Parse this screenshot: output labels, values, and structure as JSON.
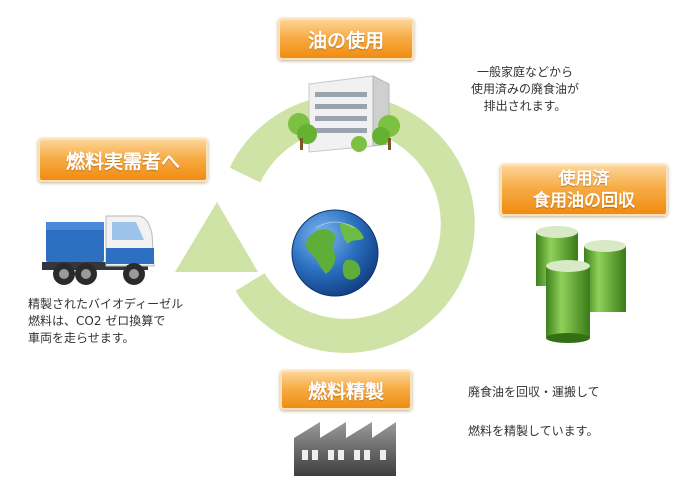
{
  "stages": {
    "oil_use": {
      "label": "油の使用"
    },
    "collection": {
      "label_lines": [
        "使用済",
        "食用油の回収"
      ]
    },
    "refining": {
      "label": "燃料精製"
    },
    "delivery": {
      "label": "燃料実需者へ"
    }
  },
  "descriptions": {
    "oil_use": [
      "一般家庭などから",
      "使用済みの廃食油が",
      "排出されます。"
    ],
    "refining": [
      "廃食油を回収・運搬して",
      "燃料を精製しています。"
    ],
    "delivery": [
      "精製されたバイオディーゼル",
      "燃料は、CO2 ゼロ換算で",
      "車両を走らせます。"
    ]
  },
  "colors": {
    "cycle_arrow": "#cfe3a6",
    "label_fill": "#f49c26",
    "globe_ocean": "#1f5fae",
    "globe_land": "#5fae3a",
    "drum_green": "#5ea82c"
  },
  "icons": [
    "building-icon",
    "oil-drums-icon",
    "factory-icon",
    "truck-icon",
    "globe-icon"
  ]
}
